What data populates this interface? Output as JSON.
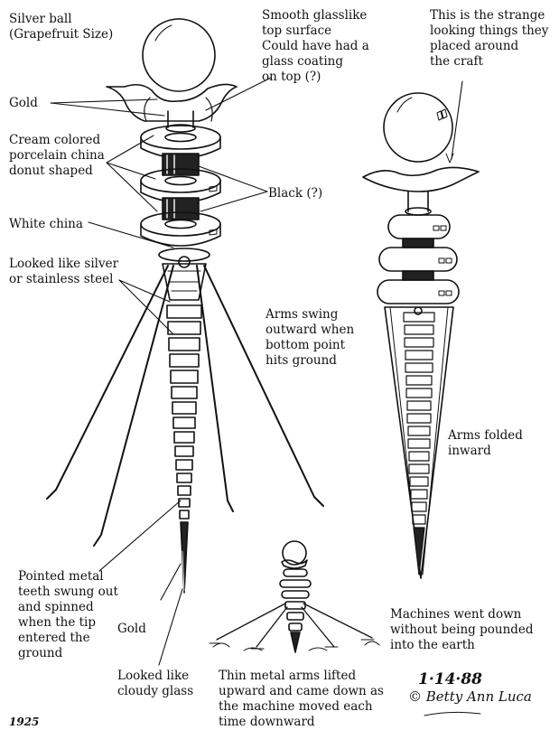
{
  "labels": {
    "silver_ball": "Silver ball\n(Grapefruit Size)",
    "smooth": "Smooth glasslike\ntop surface\nCould have had a\nglass coating\non top (?)",
    "strange": "This is the strange\nlooking things they\nplaced around\nthe craft",
    "gold_top": "Gold",
    "cream": "Cream colored\nporcelain china\ndonut shaped",
    "black": "Black (?)",
    "white_china": "White china",
    "silver_steel": "Looked like silver\nor stainless steel",
    "arms_swing": "Arms swing\noutward when\nbottom point\nhits ground",
    "arms_folded": "Arms folded\ninward",
    "pointed_teeth": "Pointed metal\nteeth swung out\nand spinned\nwhen the tip\nentered the\nground",
    "gold_bottom": "Gold",
    "cloudy": "Looked like\ncloudy glass",
    "thin_arms": "Thin metal arms lifted\nupward and came down as\nthe machine moved each\ntime downward",
    "machines_down": "Machines went down\nwithout being pounded\ninto the earth"
  },
  "annotations": {
    "date": "1·14·88",
    "signature": "© Betty Ann Luca",
    "page_number": "1925"
  }
}
